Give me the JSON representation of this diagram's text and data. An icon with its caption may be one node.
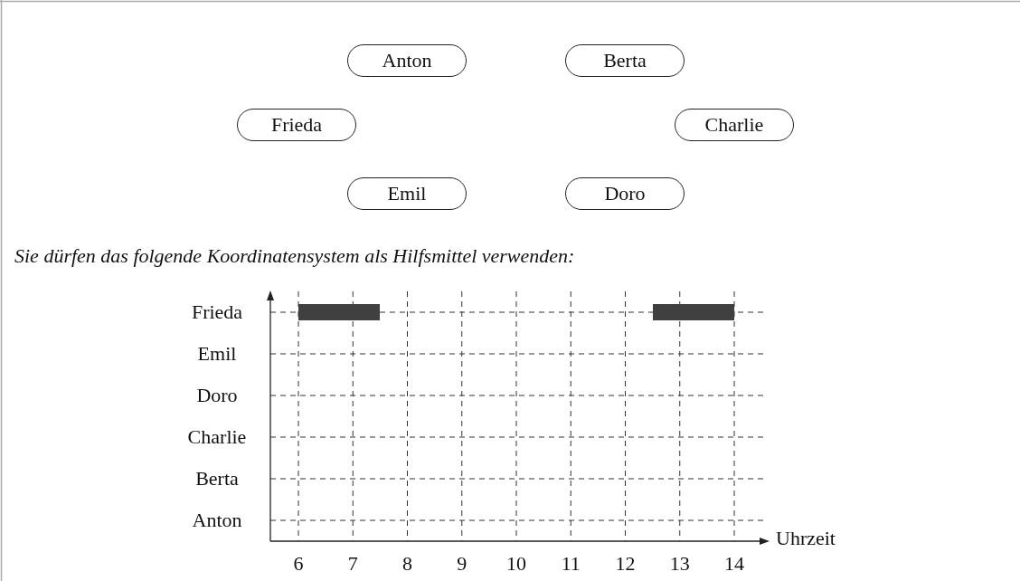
{
  "diagram": {
    "nodes": [
      {
        "text": [
          "Anton"
        ]
      },
      {
        "text": [
          "Berta"
        ]
      },
      {
        "text": [
          "Frieda"
        ]
      },
      {
        "text": [
          "Charlie"
        ]
      },
      {
        "text": [
          "Emil"
        ]
      },
      {
        "text": [
          "Doro"
        ]
      },
      {
        "text": [],
        "shape": "bar"
      },
      {
        "text": [],
        "shape": "bar"
      }
    ],
    "labels": [
      "Sie dürfen das folgende Koordinatensystem als Hilfsmittel verwenden:",
      "Frieda",
      "Emil",
      "Doro",
      "Charlie",
      "Berta",
      "Anton",
      "Uhrzeit",
      "6",
      "7",
      "8",
      "9",
      "10",
      "11",
      "12",
      "13",
      "14"
    ]
  }
}
